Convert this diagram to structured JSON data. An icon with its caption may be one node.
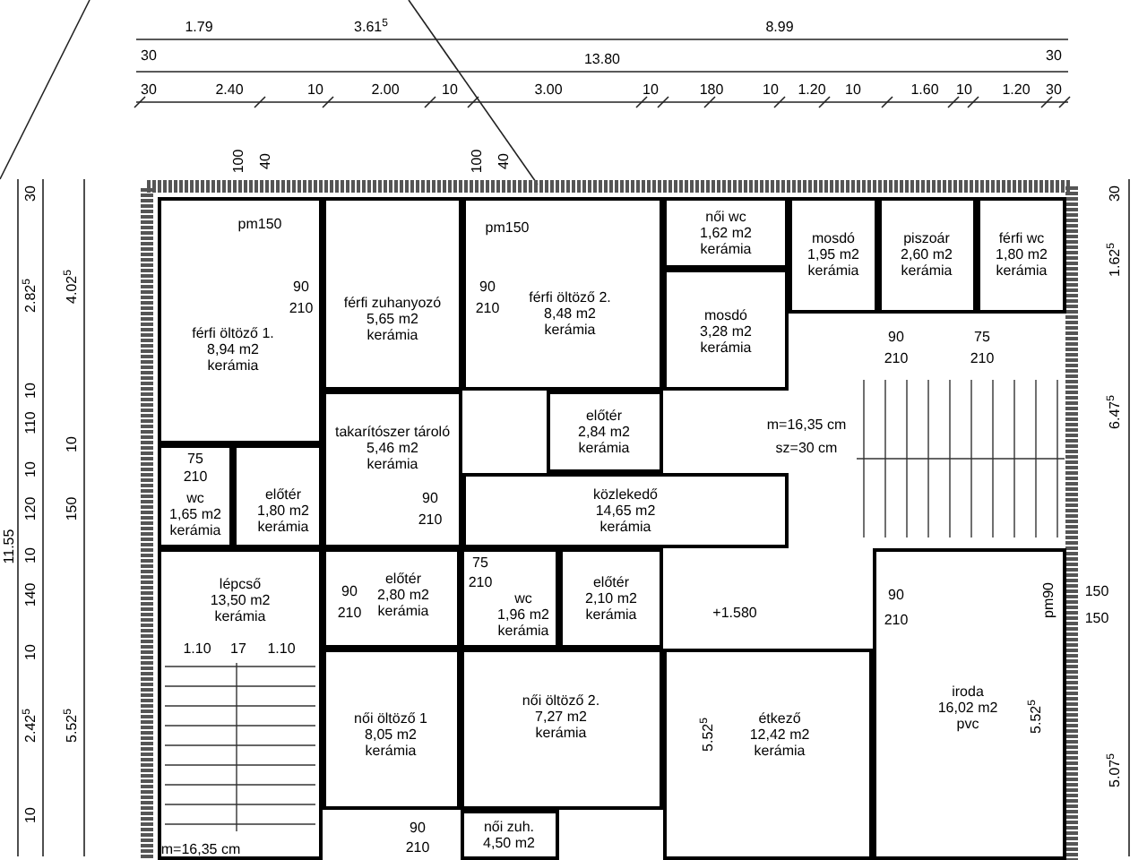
{
  "diagram": {
    "nodes": [
      {
        "text": [
          "férfi öltöző 1.",
          "8,94 m2",
          "kerámia"
        ]
      },
      {
        "text": [
          "férfi zuhanyozó",
          "5,65 m2",
          "kerámia"
        ]
      },
      {
        "text": [
          "férfi öltöző 2.",
          "8,48 m2",
          "kerámia"
        ]
      },
      {
        "text": [
          "női wc",
          "1,62 m2",
          "kerámia"
        ]
      },
      {
        "text": [
          "mosdó",
          "3,28 m2",
          "kerámia"
        ]
      },
      {
        "text": [
          "mosdó",
          "1,95 m2",
          "kerámia"
        ]
      },
      {
        "text": [
          "piszoár",
          "2,60 m2",
          "kerámia"
        ]
      },
      {
        "text": [
          "férfi wc",
          "1,80 m2",
          "kerámia"
        ]
      },
      {
        "text": [
          "wc",
          "1,65 m2",
          "kerámia"
        ]
      },
      {
        "text": [
          "előtér",
          "1,80 m2",
          "kerámia"
        ]
      },
      {
        "text": [
          "takarítószer tároló",
          "5,46 m2",
          "kerámia"
        ]
      },
      {
        "text": [
          "előtér",
          "2,84 m2",
          "kerámia"
        ]
      },
      {
        "text": [
          "közlekedő",
          "14,65 m2",
          "kerámia"
        ]
      },
      {
        "text": [
          "lépcső",
          "13,50 m2",
          "kerámia"
        ]
      },
      {
        "text": [
          "előtér",
          "2,80 m2",
          "kerámia"
        ]
      },
      {
        "text": [
          "wc",
          "1,96 m2",
          "kerámia"
        ]
      },
      {
        "text": [
          "előtér",
          "2,10 m2",
          "kerámia"
        ]
      },
      {
        "text": [
          "női öltöző 1",
          "8,05 m2",
          "kerámia"
        ]
      },
      {
        "text": [
          "női öltöző 2.",
          "7,27 m2",
          "kerámia"
        ]
      },
      {
        "text": [
          "női zuh.",
          "4,50 m2"
        ]
      },
      {
        "text": [
          "étkező",
          "12,42 m2",
          "kerámia"
        ]
      },
      {
        "text": [
          "iroda",
          "16,02 m2",
          "pvc"
        ]
      }
    ],
    "labels": [
      "1.79",
      "3.61$^{5}$",
      "8.99",
      "30",
      "13.80",
      "30",
      "30",
      "2.40",
      "10",
      "2.00",
      "10",
      "3.00",
      "10",
      "180",
      "10",
      "1.20",
      "10",
      "1.60",
      "10",
      "1.20",
      "30",
      "100",
      "40",
      "100",
      "40",
      "30",
      "2.82$^{5}$",
      "4.02$^{5}$",
      "10",
      "110",
      "10",
      "10",
      "120",
      "150",
      "11.55",
      "10",
      "140",
      "10",
      "2.42$^{5}$",
      "5.52$^{5}$",
      "10",
      "30",
      "1.62$^{5}$",
      "6.47$^{5}$",
      "150",
      "150",
      "5.07$^{5}$",
      "pm150",
      "pm150",
      "90",
      "210",
      "90",
      "210",
      "75",
      "210",
      "90",
      "210",
      "90",
      "210",
      "75",
      "210",
      "m=16,35 cm",
      "sz=30 cm",
      "75",
      "210",
      "90",
      "210",
      "1.10",
      "17",
      "1.10",
      "+1.580",
      "90",
      "210",
      "pm90",
      "5.52$^{5}$",
      "5.52$^{5}$",
      "90",
      "m=16,35 cm",
      "210"
    ]
  }
}
